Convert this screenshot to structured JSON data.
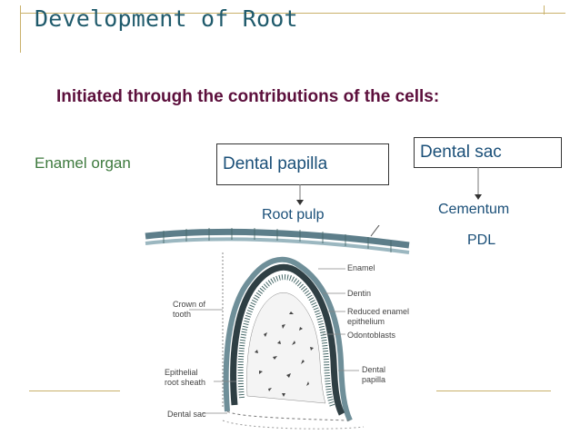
{
  "title": "Development of Root",
  "subtitle": "Initiated through the contributions of the cells:",
  "sources": {
    "enamel_organ": "Enamel organ",
    "dental_papilla": "Dental papilla",
    "dental_sac": "Dental sac"
  },
  "results": {
    "root_pulp": "Root pulp",
    "cementum": "Cementum",
    "pdl": "PDL"
  },
  "figure_labels": {
    "enamel": "Enamel",
    "dentin": "Dentin",
    "reduced_enamel_1": "Reduced enamel",
    "reduced_enamel_2": "epithelium",
    "odontoblasts": "Odontoblasts",
    "dental_papilla_1": "Dental",
    "dental_papilla_2": "papilla",
    "crown_1": "Crown of",
    "crown_2": "tooth",
    "sheath_1": "Epithelial",
    "sheath_2": "root sheath",
    "dental_sac": "Dental sac"
  },
  "colors": {
    "title": "#1f5a6b",
    "subtitle": "#5c0f3c",
    "enamel_organ": "#3e7a3e",
    "box_text": "#1a4f78",
    "rule": "#c9b16a"
  }
}
